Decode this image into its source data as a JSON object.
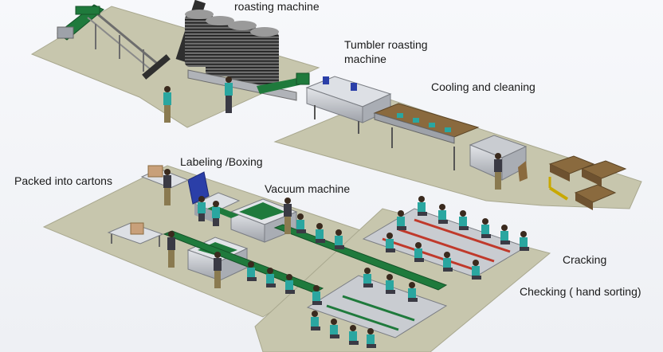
{
  "labels": {
    "roasting": "roasting machine",
    "tumbler_line1": "Tumbler roasting",
    "tumbler_line2": "machine",
    "cooling": "Cooling and cleaning",
    "labeling": "Labeling /Boxing",
    "packed": "Packed into cartons",
    "vacuum": "Vacuum machine",
    "cracking": "Cracking",
    "checking": "Checking ( hand sorting)"
  },
  "colors": {
    "floor": "#c7c6ad",
    "floor_edge": "#a9a88f",
    "background": "#f1f2f6",
    "conveyor_green": "#1f7a3c",
    "machine_grey": "#b9bcc2",
    "worker_shirt": "#2aa6a0",
    "worker_pants": "#3a3a44",
    "boxing_blue": "#2b3fa8",
    "crate_brown": "#8a6a3e"
  },
  "icons": {
    "worker": "worker-figure-icon",
    "roaster": "roasting-drum-icon"
  }
}
